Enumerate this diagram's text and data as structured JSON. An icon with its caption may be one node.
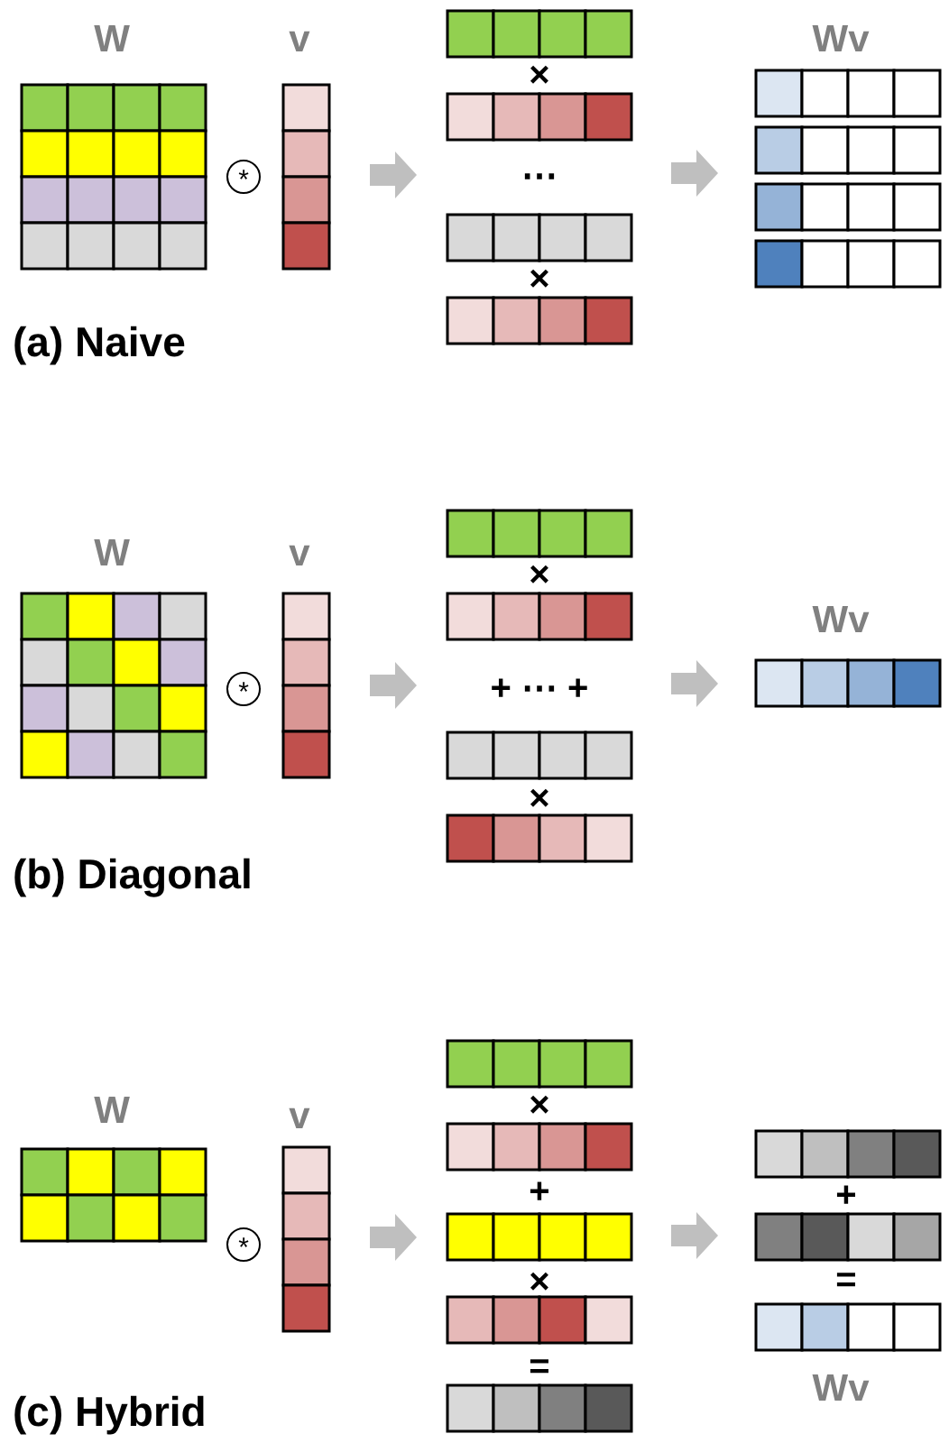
{
  "diagram": {
    "labels": [
      "W",
      "v",
      "Wv",
      "×",
      "*",
      "⋯",
      "×",
      "(a) Naive",
      "W",
      "v",
      "×",
      "Wv",
      "*",
      "+ ⋯ +",
      "×",
      "(b) Diagonal",
      "W",
      "v",
      "×",
      "+",
      "+",
      "*",
      "×",
      "=",
      "=",
      "Wv",
      "(c) Hybrid"
    ]
  }
}
